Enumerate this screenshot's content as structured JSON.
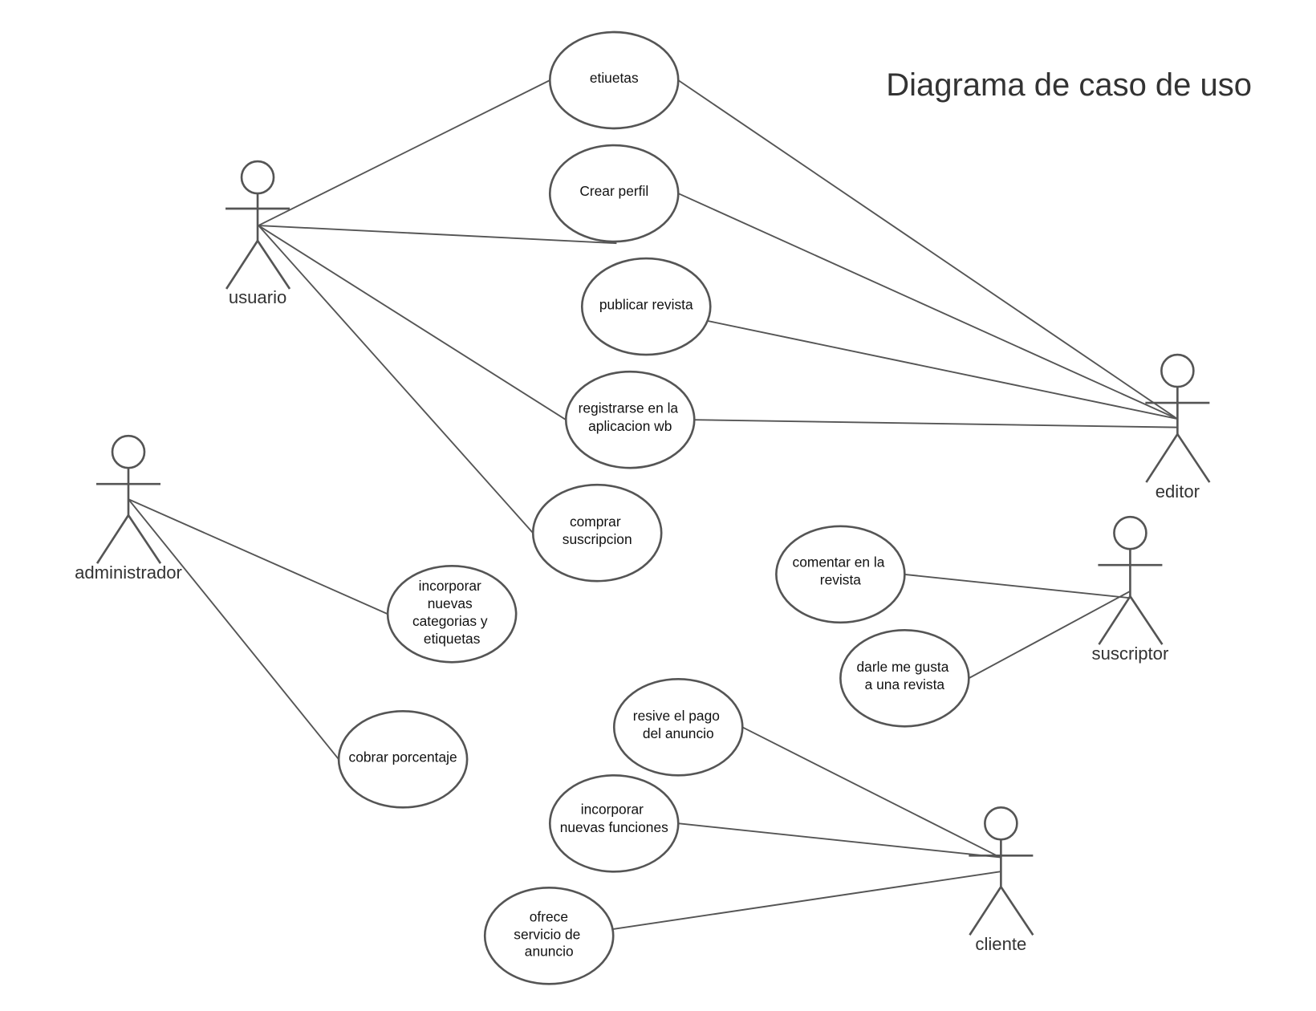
{
  "title": "Diagrama  de caso de uso",
  "actors": {
    "usuario": "usuario",
    "editor": "editor",
    "administrador": "administrador",
    "suscriptor": "suscriptor",
    "cliente": "cliente"
  },
  "use_cases": {
    "etiuetas": [
      "etiuetas"
    ],
    "crear_perfil": [
      "Crear perfil"
    ],
    "publicar_revista": [
      "publicar revista"
    ],
    "registrarse": [
      "registrarse en la",
      "aplicacion wb"
    ],
    "comprar_suscripcion": [
      "comprar",
      "suscripcion"
    ],
    "incorporar_categorias": [
      "incorporar",
      "nuevas",
      "categorias y",
      "etiquetas"
    ],
    "cobrar_porcentaje": [
      "cobrar porcentaje"
    ],
    "comentar_revista": [
      "comentar en la",
      "revista"
    ],
    "darle_me_gusta": [
      "darle me gusta",
      "a una revista"
    ],
    "resive_pago": [
      "resive el pago",
      "del  anuncio"
    ],
    "incorporar_funciones": [
      "incorporar",
      "nuevas funciones"
    ],
    "ofrece_servicio": [
      "ofrece",
      "servicio de",
      "anuncio"
    ]
  },
  "colors": {
    "stroke": "#555555",
    "text": "#333333",
    "background": "#ffffff"
  }
}
